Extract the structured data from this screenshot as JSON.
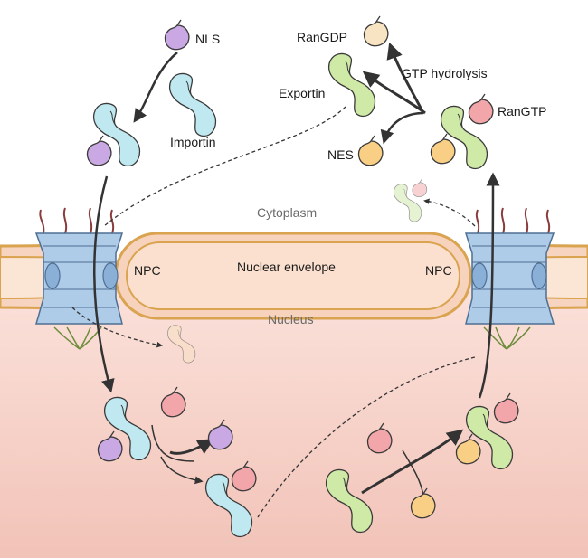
{
  "labels": {
    "nls": "NLS",
    "importin": "Importin",
    "rangdp": "RanGDP",
    "gtp_hydrolysis": "GTP hydrolysis",
    "exportin": "Exportin",
    "rangtp": "RanGTP",
    "nes": "NES",
    "cytoplasm": "Cytoplasm",
    "nuclear_envelope": "Nuclear envelope",
    "npc_left": "NPC",
    "npc_right": "NPC",
    "nucleus": "Nucleus"
  },
  "colors": {
    "importin": "#bfe8f0",
    "nls": "#c9a8e3",
    "exportin": "#cfe9a6",
    "rangtp": "#f3a6a9",
    "rangdp": "#f8e3c2",
    "nes": "#f9cf86",
    "envelope": "#f7d7c1",
    "envelope_edge": "#e0b16a",
    "npc": "#aecbe8",
    "nucleus_bg": "#f7d3cb",
    "cytoplasm_bg": "#ffffff"
  }
}
